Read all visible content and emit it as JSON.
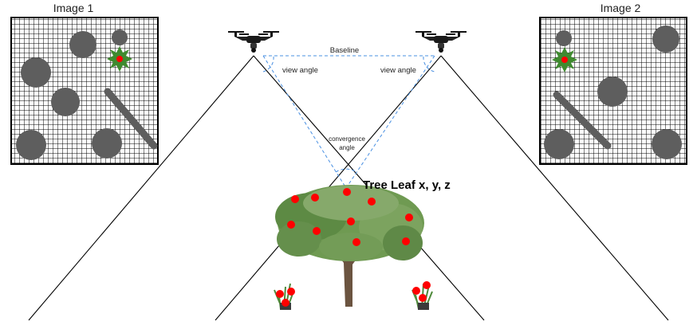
{
  "labels": {
    "image1": "Image 1",
    "image2": "Image 2",
    "baseline": "Baseline",
    "view_angle_left": "view angle",
    "view_angle_right": "view angle",
    "convergence_line1": "convergence",
    "convergence_line2": "angle",
    "target": "Tree Leaf x, y, z"
  },
  "colors": {
    "grid_line": "#000000",
    "blob": "#5e5e5e",
    "dashed": "#4a90e2",
    "leaf_point": "#ff0000",
    "foliage": "#6f9a52",
    "trunk": "#6b5440"
  },
  "icons": {
    "drone": "quadcopter-drone-icon",
    "plant": "small-plant-icon",
    "tree": "tree-icon"
  }
}
